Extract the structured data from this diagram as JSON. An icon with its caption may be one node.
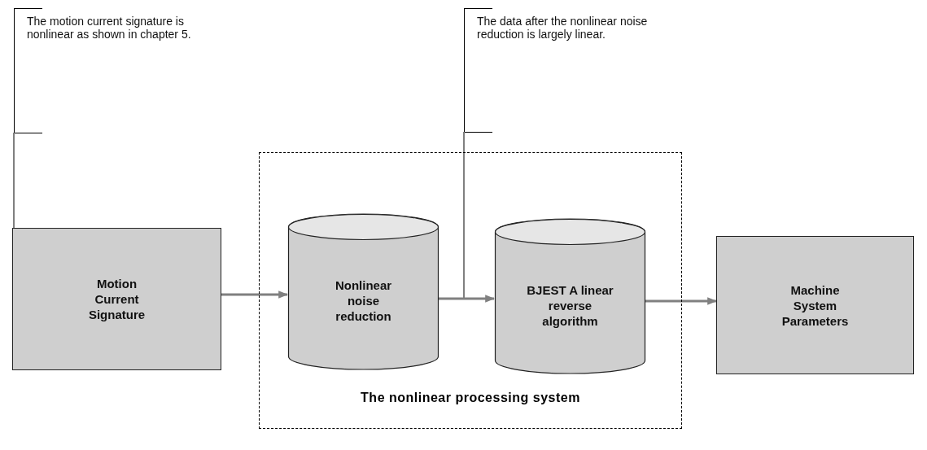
{
  "diagram": {
    "nodes": [
      {
        "text": [
          "The motion current signature is nonlinear as shown in chapter 5."
        ]
      },
      {
        "text": [
          "The data after the nonlinear noise reduction is largely linear."
        ]
      },
      {
        "text": [
          "The nonlinear processing system"
        ]
      },
      {
        "text": [
          "Motion Current Signature"
        ]
      },
      {
        "text": [
          "Nonlinear noise reduction"
        ],
        "in": 2
      },
      {
        "text": [
          "BJEST A linear reverse algorithm"
        ],
        "in": 2
      },
      {
        "text": [
          "Machine System Parameters"
        ]
      }
    ],
    "edges": [
      {
        "from": 0,
        "to": 3,
        "arrow": "none",
        "color": "#000000"
      },
      {
        "from": 1,
        "to": null,
        "arrow": "none",
        "color": "#000000"
      },
      {
        "from": 3,
        "to": 4,
        "arrow": "to"
      },
      {
        "from": 4,
        "to": 5,
        "arrow": "to"
      },
      {
        "from": 5,
        "to": 6,
        "arrow": "to"
      }
    ]
  }
}
